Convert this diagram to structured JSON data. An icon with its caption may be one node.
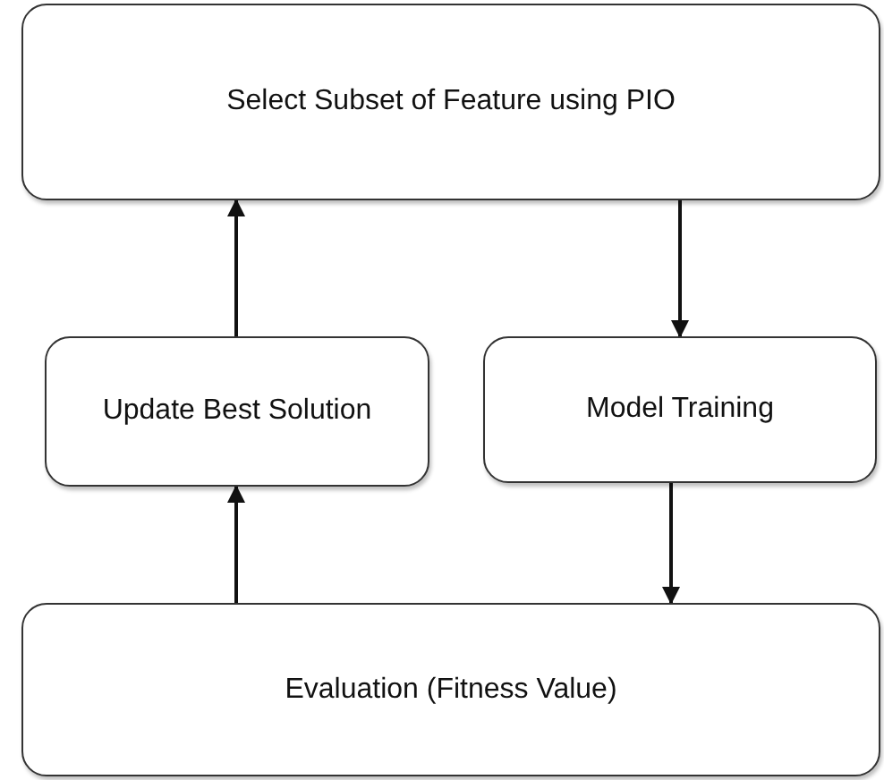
{
  "diagram": {
    "nodes": [
      {
        "text": [
          "Select Subset of Feature using PIO"
        ]
      },
      {
        "text": [
          "Update Best Solution"
        ]
      },
      {
        "text": [
          "Model Training"
        ]
      },
      {
        "text": [
          "Evaluation (Fitness Value)"
        ]
      }
    ],
    "edges": [
      {
        "from": 0,
        "to": 2,
        "arrow": "to"
      },
      {
        "from": 2,
        "to": 3,
        "arrow": "to"
      },
      {
        "from": 3,
        "to": 1,
        "arrow": "to"
      },
      {
        "from": 1,
        "to": 0,
        "arrow": "to"
      }
    ]
  }
}
